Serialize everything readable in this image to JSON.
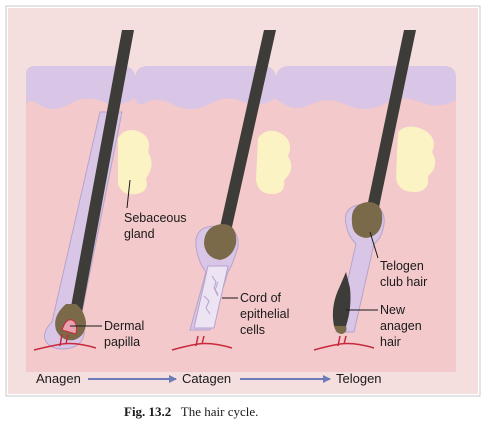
{
  "labels": {
    "sebaceous": [
      "Sebaceous",
      "gland"
    ],
    "dermal": [
      "Dermal",
      "papilla"
    ],
    "cord": [
      "Cord of",
      "epithelial",
      "cells"
    ],
    "club": [
      "Telogen",
      "club hair"
    ],
    "new_hair": [
      "New",
      "anagen",
      "hair"
    ]
  },
  "stages": [
    "Anagen",
    "Catagen",
    "Telogen"
  ],
  "caption": {
    "number": "Fig. 13.2",
    "text": "The hair cycle."
  },
  "colors": {
    "frame": "#c8c8ca",
    "background": "#f5dede",
    "dermis": "#f3c9cb",
    "epidermis": "#d9c6e6",
    "follicle": "#d9c6e6",
    "hair": "#3d3c38",
    "bulb": "#7b6a49",
    "gland": "#fbf3c4",
    "vessel": "#c82a3c",
    "arrow": "#6d7bb8"
  }
}
